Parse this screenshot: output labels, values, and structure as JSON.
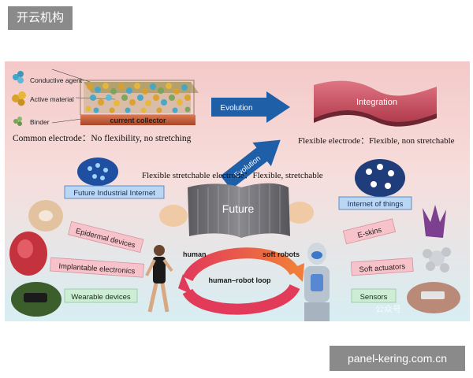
{
  "header": {
    "badge": "开云机构"
  },
  "footer": {
    "badge": "panel-kering.com.cn"
  },
  "figure": {
    "legend": [
      "Conductive agent",
      "Active material",
      "Binder"
    ],
    "current_collector": "current collector",
    "evolution_1": "Evolution",
    "evolution_2": "Evolution",
    "integration": "Integration",
    "common_electrode": "Common electrode：No flexibility, no stretching",
    "flexible_electrode": "Flexible electrode：Flexible, non stretchable",
    "flexible_stretchable": "Flexible stretchable electrode：Flexible, stretchable",
    "future": "Future",
    "future_industrial_internet": "Future Industrial Internet",
    "internet_of_things": "Internet of things",
    "left_apps": [
      "Epidermal devices",
      "Implantable electronics",
      "Wearable devices"
    ],
    "right_apps": [
      "E-skins",
      "Soft actuators",
      "Sensors"
    ],
    "human": "human",
    "soft_robots": "soft  robots",
    "loop": "human–robot loop",
    "watermark": "公众号"
  }
}
